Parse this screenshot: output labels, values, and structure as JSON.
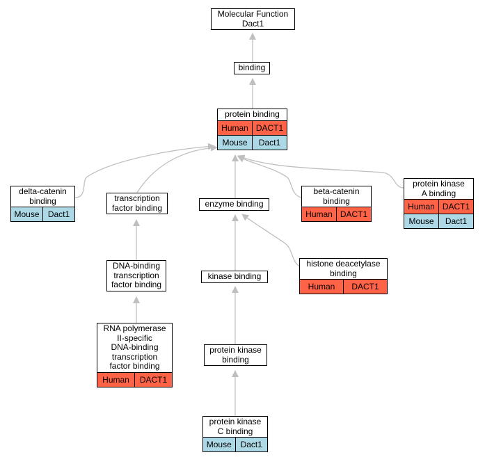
{
  "colors": {
    "human": "#ff6347",
    "mouse": "#add8e6",
    "edge": "#bfbfbf"
  },
  "nodes": {
    "mf": {
      "label": [
        "Molecular Function",
        "Dact1"
      ],
      "rows": []
    },
    "bind": {
      "label": [
        "binding"
      ],
      "rows": []
    },
    "prot": {
      "label": [
        "protein binding"
      ],
      "rows": [
        {
          "species": "Human",
          "gene": "DACT1"
        },
        {
          "species": "Mouse",
          "gene": "Dact1"
        }
      ]
    },
    "delta": {
      "label": [
        "delta-catenin",
        "binding"
      ],
      "rows": [
        {
          "species": "Mouse",
          "gene": "Dact1"
        }
      ]
    },
    "tf": {
      "label": [
        "transcription",
        "factor binding"
      ],
      "rows": []
    },
    "enz": {
      "label": [
        "enzyme binding"
      ],
      "rows": []
    },
    "beta": {
      "label": [
        "beta-catenin",
        "binding"
      ],
      "rows": [
        {
          "species": "Human",
          "gene": "DACT1"
        }
      ]
    },
    "pka": {
      "label": [
        "protein kinase",
        "A binding"
      ],
      "rows": [
        {
          "species": "Human",
          "gene": "DACT1"
        },
        {
          "species": "Mouse",
          "gene": "Dact1"
        }
      ]
    },
    "dna": {
      "label": [
        "DNA-binding",
        "transcription",
        "factor binding"
      ],
      "rows": []
    },
    "kin": {
      "label": [
        "kinase binding"
      ],
      "rows": []
    },
    "hdac": {
      "label": [
        "histone deacetylase",
        "binding"
      ],
      "rows": [
        {
          "species": "Human",
          "gene": "DACT1"
        }
      ]
    },
    "rna": {
      "label": [
        "RNA polymerase",
        "II-specific",
        "DNA-binding",
        "transcription",
        "factor binding"
      ],
      "rows": [
        {
          "species": "Human",
          "gene": "DACT1"
        }
      ]
    },
    "pk": {
      "label": [
        "protein kinase",
        "binding"
      ],
      "rows": []
    },
    "pkc": {
      "label": [
        "protein kinase",
        "C binding"
      ],
      "rows": [
        {
          "species": "Mouse",
          "gene": "Dact1"
        }
      ]
    }
  }
}
